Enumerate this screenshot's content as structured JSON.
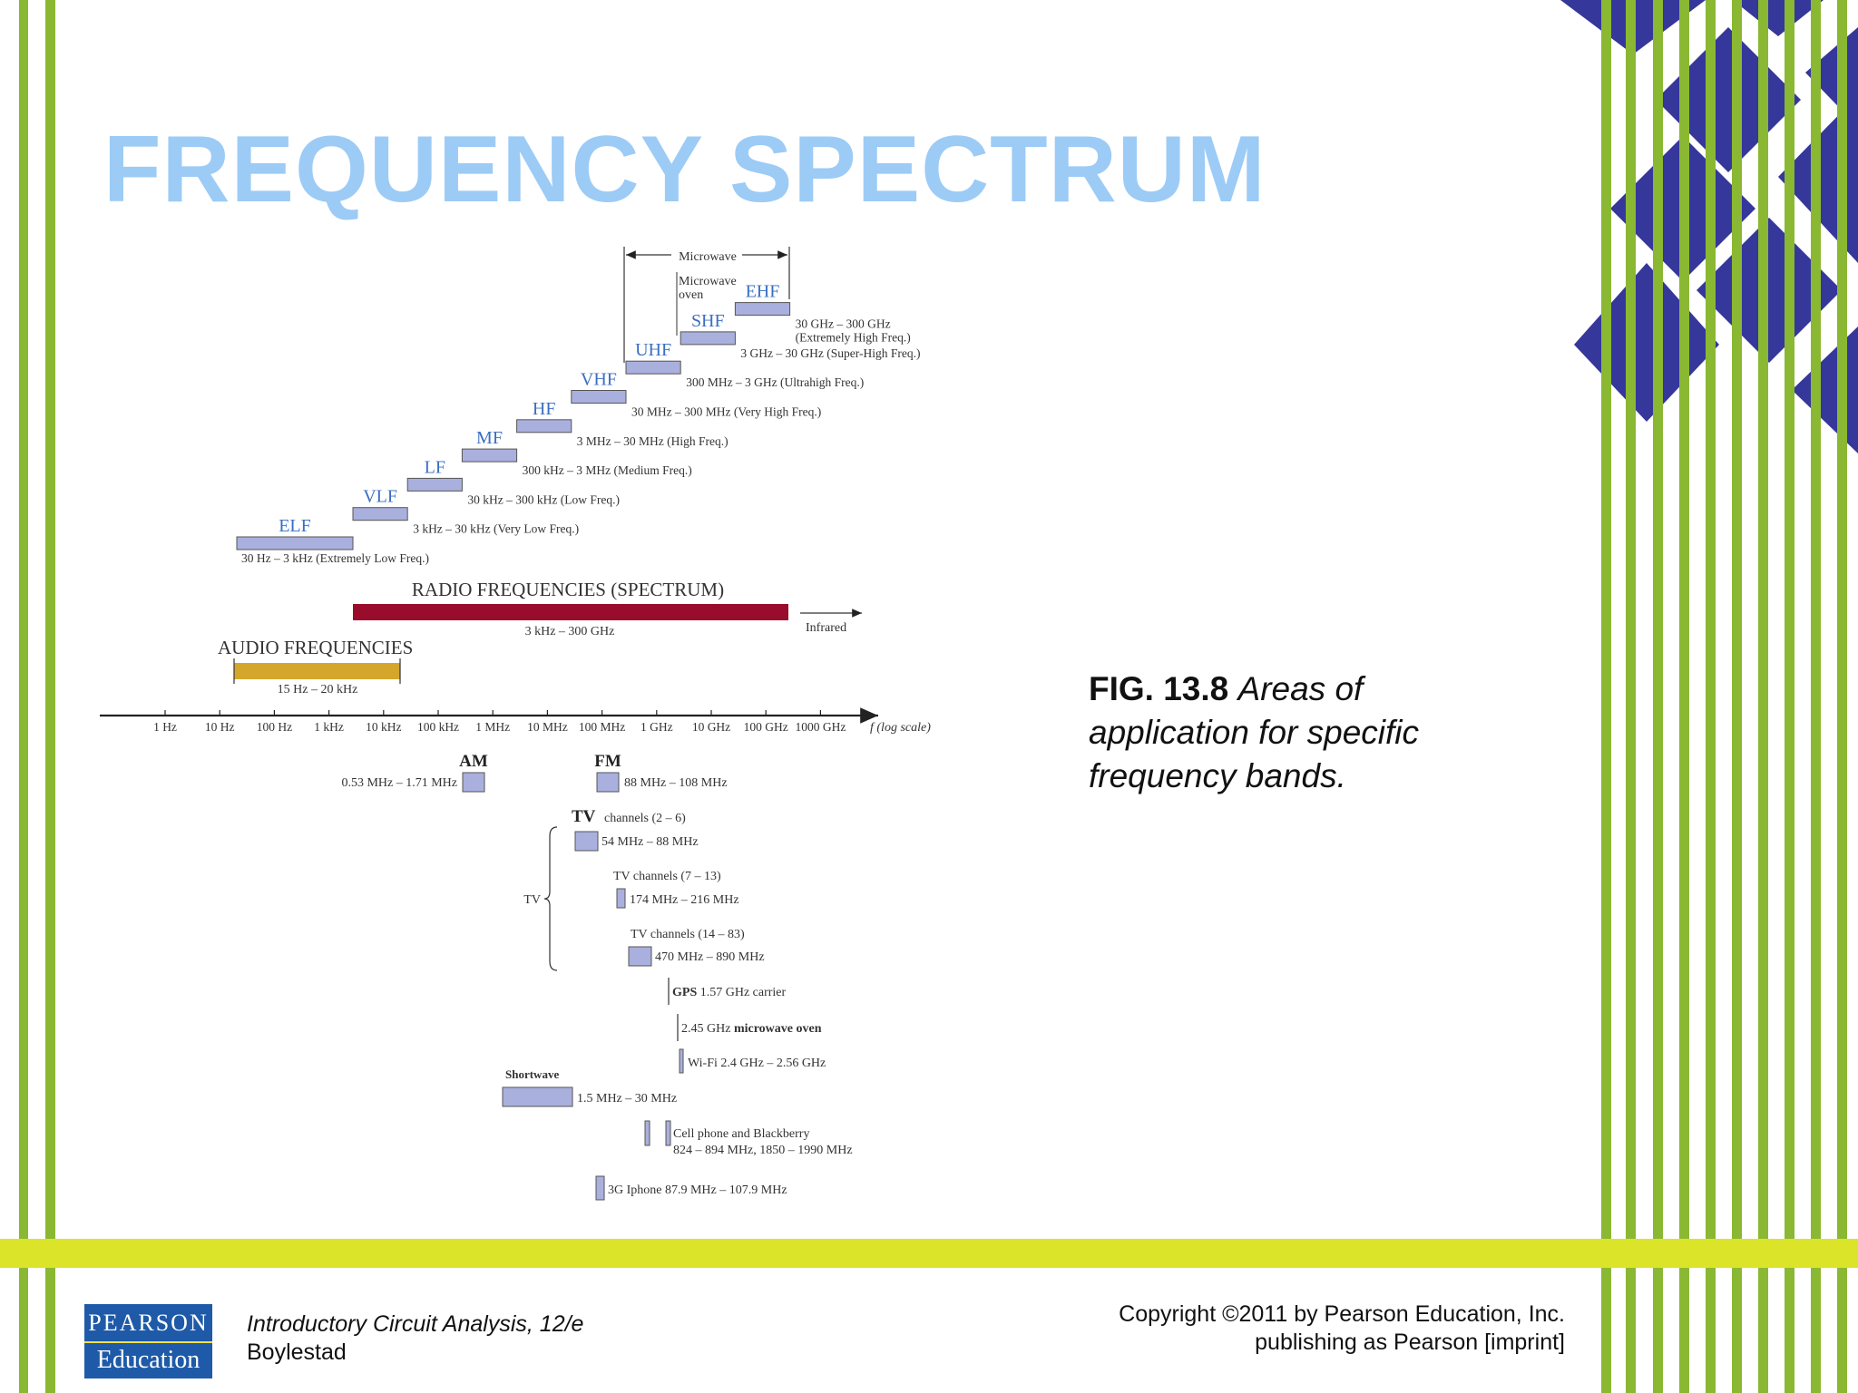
{
  "slide": {
    "title": "FREQUENCY SPECTRUM",
    "caption": {
      "fig": "FIG. 13.8",
      "text": "Areas of application for specific frequency bands."
    },
    "footer": {
      "book_title": "Introductory Circuit Analysis, 12/e",
      "author": "Boylestad",
      "copyright_line1": "Copyright ©2011 by Pearson Education, Inc.",
      "copyright_line2": "publishing as Pearson [imprint]",
      "logo_top": "PEARSON",
      "logo_bottom": "Education"
    },
    "colors": {
      "title": "#9ccbf6",
      "green_stripe": "#8ab833",
      "yellow_band": "#dce42a",
      "diamond": "#35379a",
      "band_fill": "#aab0dd",
      "band_label": "#3a6fc0",
      "radio_bar": "#9a0c2c",
      "audio_bar": "#d4a72c"
    }
  },
  "diagram": {
    "microwave": {
      "label": "Microwave",
      "oven_label": [
        "Microwave",
        "oven"
      ]
    },
    "bands": [
      {
        "name": "ELF",
        "range": "30 Hz – 3 kHz (Extremely Low Freq.)"
      },
      {
        "name": "VLF",
        "range": "3 kHz – 30 kHz (Very Low Freq.)"
      },
      {
        "name": "LF",
        "range": "30 kHz – 300 kHz (Low Freq.)"
      },
      {
        "name": "MF",
        "range": "300 kHz – 3 MHz (Medium Freq.)"
      },
      {
        "name": "HF",
        "range": "3 MHz – 30 MHz (High Freq.)"
      },
      {
        "name": "VHF",
        "range": "30 MHz – 300 MHz (Very High Freq.)"
      },
      {
        "name": "UHF",
        "range": "300 MHz – 3 GHz (Ultrahigh Freq.)"
      },
      {
        "name": "SHF",
        "range": "3 GHz – 30 GHz (Super-High Freq.)"
      },
      {
        "name": "EHF",
        "range": "30 GHz – 300 GHz",
        "range2": "(Extremely High Freq.)"
      }
    ],
    "radio": {
      "label": "RADIO FREQUENCIES (SPECTRUM)",
      "range": "3 kHz – 300 GHz",
      "infrared": "Infrared"
    },
    "audio": {
      "label": "AUDIO FREQUENCIES",
      "range": "15 Hz – 20 kHz"
    },
    "axis": {
      "ticks": [
        "1 Hz",
        "10 Hz",
        "100 Hz",
        "1 kHz",
        "10 kHz",
        "100 kHz",
        "1 MHz",
        "10 MHz",
        "100 MHz",
        "1 GHz",
        "10 GHz",
        "100 GHz",
        "1000 GHz"
      ],
      "unit": "f (log scale)"
    },
    "applications": {
      "am": {
        "label": "AM",
        "range": "0.53 MHz – 1.71 MHz"
      },
      "fm": {
        "label": "FM",
        "range": "88 MHz – 108 MHz"
      },
      "tv_bracket": "TV",
      "tv1": {
        "label": "TV",
        "channels": "channels (2 – 6)",
        "range": "54 MHz – 88 MHz"
      },
      "tv2": {
        "channels": "TV channels (7 – 13)",
        "range": "174 MHz – 216 MHz"
      },
      "tv3": {
        "channels": "TV channels (14 – 83)",
        "range": "470 MHz – 890 MHz"
      },
      "gps": {
        "label": "GPS",
        "text": "1.57 GHz carrier"
      },
      "oven": {
        "text": "2.45 GHz",
        "label": "microwave oven"
      },
      "wifi": {
        "text": "Wi-Fi 2.4 GHz – 2.56 GHz"
      },
      "shortwave": {
        "label": "Shortwave",
        "range": "1.5 MHz – 30 MHz"
      },
      "cell": {
        "line1": "Cell phone and Blackberry",
        "line2": "824 – 894 MHz, 1850 – 1990 MHz"
      },
      "iphone": {
        "text": "3G Iphone 87.9 MHz – 107.9 MHz"
      }
    }
  }
}
